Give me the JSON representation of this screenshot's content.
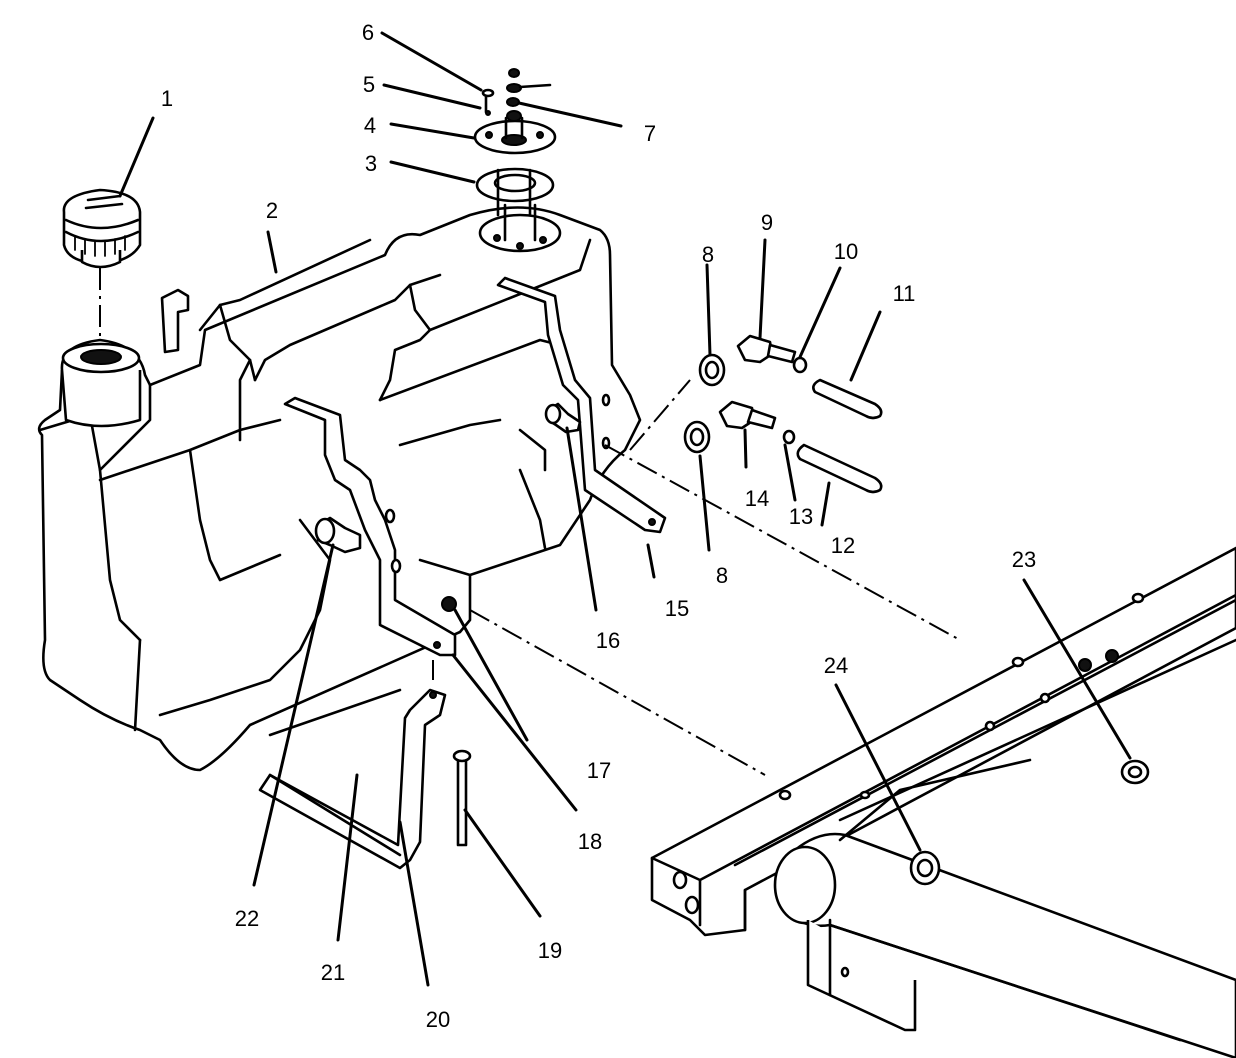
{
  "callouts": [
    {
      "id": "c1",
      "text": "1"
    },
    {
      "id": "c2",
      "text": "2"
    },
    {
      "id": "c3",
      "text": "3"
    },
    {
      "id": "c4",
      "text": "4"
    },
    {
      "id": "c5",
      "text": "5"
    },
    {
      "id": "c6",
      "text": "6"
    },
    {
      "id": "c7",
      "text": "7"
    },
    {
      "id": "c8a",
      "text": "8"
    },
    {
      "id": "c8b",
      "text": "8"
    },
    {
      "id": "c9",
      "text": "9"
    },
    {
      "id": "c10",
      "text": "10"
    },
    {
      "id": "c11",
      "text": "11"
    },
    {
      "id": "c12",
      "text": "12"
    },
    {
      "id": "c13",
      "text": "13"
    },
    {
      "id": "c14",
      "text": "14"
    },
    {
      "id": "c15",
      "text": "15"
    },
    {
      "id": "c16",
      "text": "16"
    },
    {
      "id": "c17",
      "text": "17"
    },
    {
      "id": "c18",
      "text": "18"
    },
    {
      "id": "c19",
      "text": "19"
    },
    {
      "id": "c20",
      "text": "20"
    },
    {
      "id": "c21",
      "text": "21"
    },
    {
      "id": "c22",
      "text": "22"
    },
    {
      "id": "c23",
      "text": "23"
    },
    {
      "id": "c24",
      "text": "24"
    }
  ]
}
